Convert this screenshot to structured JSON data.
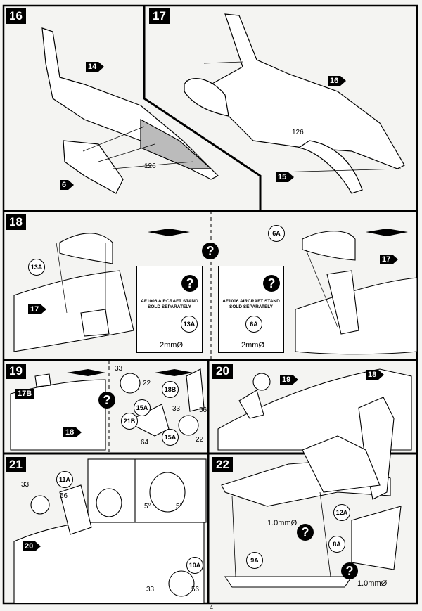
{
  "steps": [
    {
      "id": "16",
      "parts": [
        "14",
        "6"
      ],
      "numbers": [
        "126"
      ]
    },
    {
      "id": "17",
      "parts": [
        "16",
        "15"
      ],
      "numbers": [
        "126"
      ]
    },
    {
      "id": "18",
      "parts": [
        "13A",
        "17",
        "6A",
        "17"
      ],
      "stand_text": "AF1006 AIRCRAFT STAND SOLD SEPARATELY",
      "dim": "2mmØ"
    },
    {
      "id": "19",
      "parts": [
        "17B",
        "18",
        "18B",
        "15A",
        "21B",
        "15A"
      ],
      "numbers": [
        "33",
        "22",
        "33",
        "56",
        "64",
        "22"
      ]
    },
    {
      "id": "20",
      "parts": [
        "19",
        "18"
      ]
    },
    {
      "id": "21",
      "parts": [
        "11A",
        "20",
        "10A"
      ],
      "numbers": [
        "33",
        "56",
        "33",
        "56"
      ],
      "angles": [
        "5°",
        "5°"
      ]
    },
    {
      "id": "22",
      "parts": [
        "12A",
        "8A",
        "9A"
      ],
      "dim": "1.0mmØ"
    }
  ],
  "page_number": "4"
}
